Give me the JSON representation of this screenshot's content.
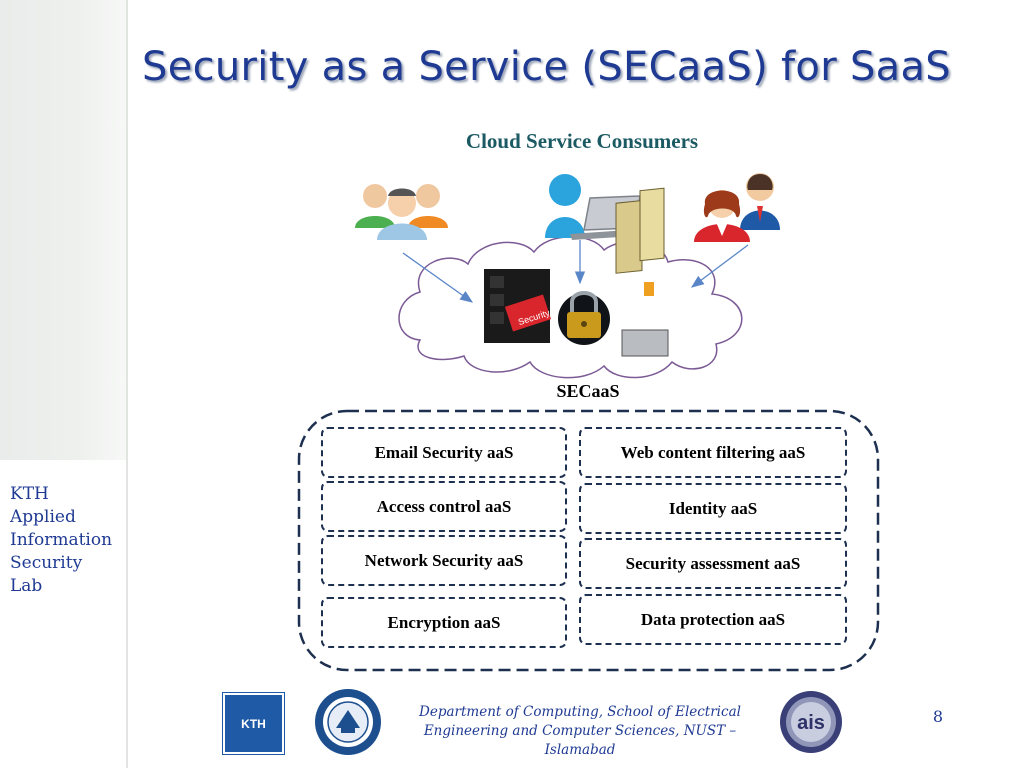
{
  "slide": {
    "title": "Security as a Service (SECaaS) for SaaS",
    "page_number": "8",
    "sidebar_lines": [
      "KTH",
      "Applied",
      "Information",
      "Security",
      "Lab"
    ]
  },
  "diagram": {
    "consumers_label": "Cloud Service Consumers",
    "secaas_label": "SECaaS",
    "security_tile_text": "Security",
    "services_left": [
      "Email Security aaS",
      "Access control aaS",
      "Network Security aaS",
      "Encryption aaS"
    ],
    "services_right": [
      "Web content filtering aaS",
      "Identity aaS",
      "Security assessment aaS",
      "Data protection aaS"
    ]
  },
  "footer": {
    "department_lines": [
      "Department of Computing, School of Electrical",
      "Engineering and Computer Sciences, NUST –",
      "Islamabad"
    ],
    "kth_logo_text": "KTH",
    "ais_logo_text": "ais"
  },
  "colors": {
    "title_blue": "#1f3a93",
    "consumers_teal": "#1b5a63",
    "dashed_border": "#1e3050",
    "cloud_outline": "#7b5a95",
    "arrow_blue": "#5a86c8"
  }
}
